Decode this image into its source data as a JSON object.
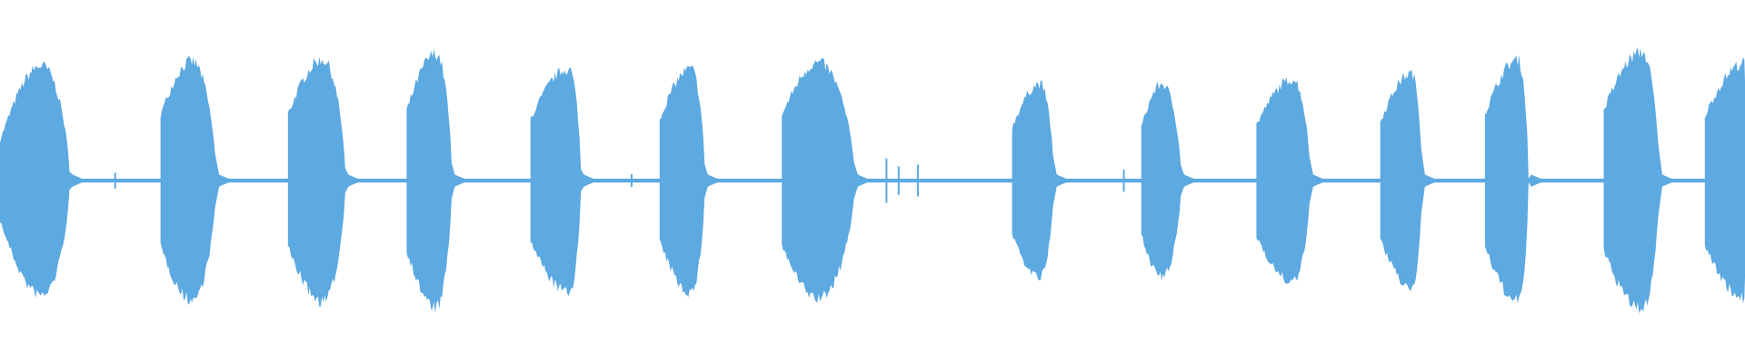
{
  "waveform": {
    "color": "#5DA9E1",
    "background": "#FFFFFF",
    "duration_units": 1,
    "bursts": [
      {
        "start": 0.0,
        "end": 0.04,
        "peak": 0.024,
        "amp": 0.76
      },
      {
        "start": 0.092,
        "end": 0.124,
        "peak": 0.11,
        "amp": 0.79
      },
      {
        "start": 0.165,
        "end": 0.198,
        "peak": 0.185,
        "amp": 0.8
      },
      {
        "start": 0.233,
        "end": 0.259,
        "peak": 0.25,
        "amp": 0.84
      },
      {
        "start": 0.304,
        "end": 0.333,
        "peak": 0.326,
        "amp": 0.74
      },
      {
        "start": 0.378,
        "end": 0.404,
        "peak": 0.396,
        "amp": 0.74
      },
      {
        "start": 0.448,
        "end": 0.49,
        "peak": 0.469,
        "amp": 0.78
      },
      {
        "start": 0.58,
        "end": 0.604,
        "peak": 0.596,
        "amp": 0.64
      },
      {
        "start": 0.654,
        "end": 0.677,
        "peak": 0.666,
        "amp": 0.64
      },
      {
        "start": 0.72,
        "end": 0.751,
        "peak": 0.741,
        "amp": 0.67
      },
      {
        "start": 0.791,
        "end": 0.815,
        "peak": 0.809,
        "amp": 0.71
      },
      {
        "start": 0.851,
        "end": 0.876,
        "peak": 0.87,
        "amp": 0.8
      },
      {
        "start": 0.919,
        "end": 0.951,
        "peak": 0.941,
        "amp": 0.85
      },
      {
        "start": 0.977,
        "end": 1.0,
        "peak": 1.0,
        "amp": 0.78
      }
    ],
    "clicks": [
      {
        "pos": 0.066,
        "amp": 0.05
      },
      {
        "pos": 0.362,
        "amp": 0.04
      },
      {
        "pos": 0.508,
        "amp": 0.14
      },
      {
        "pos": 0.515,
        "amp": 0.09
      },
      {
        "pos": 0.526,
        "amp": 0.1
      },
      {
        "pos": 0.644,
        "amp": 0.07
      }
    ],
    "baseline_amp": 0.012
  }
}
